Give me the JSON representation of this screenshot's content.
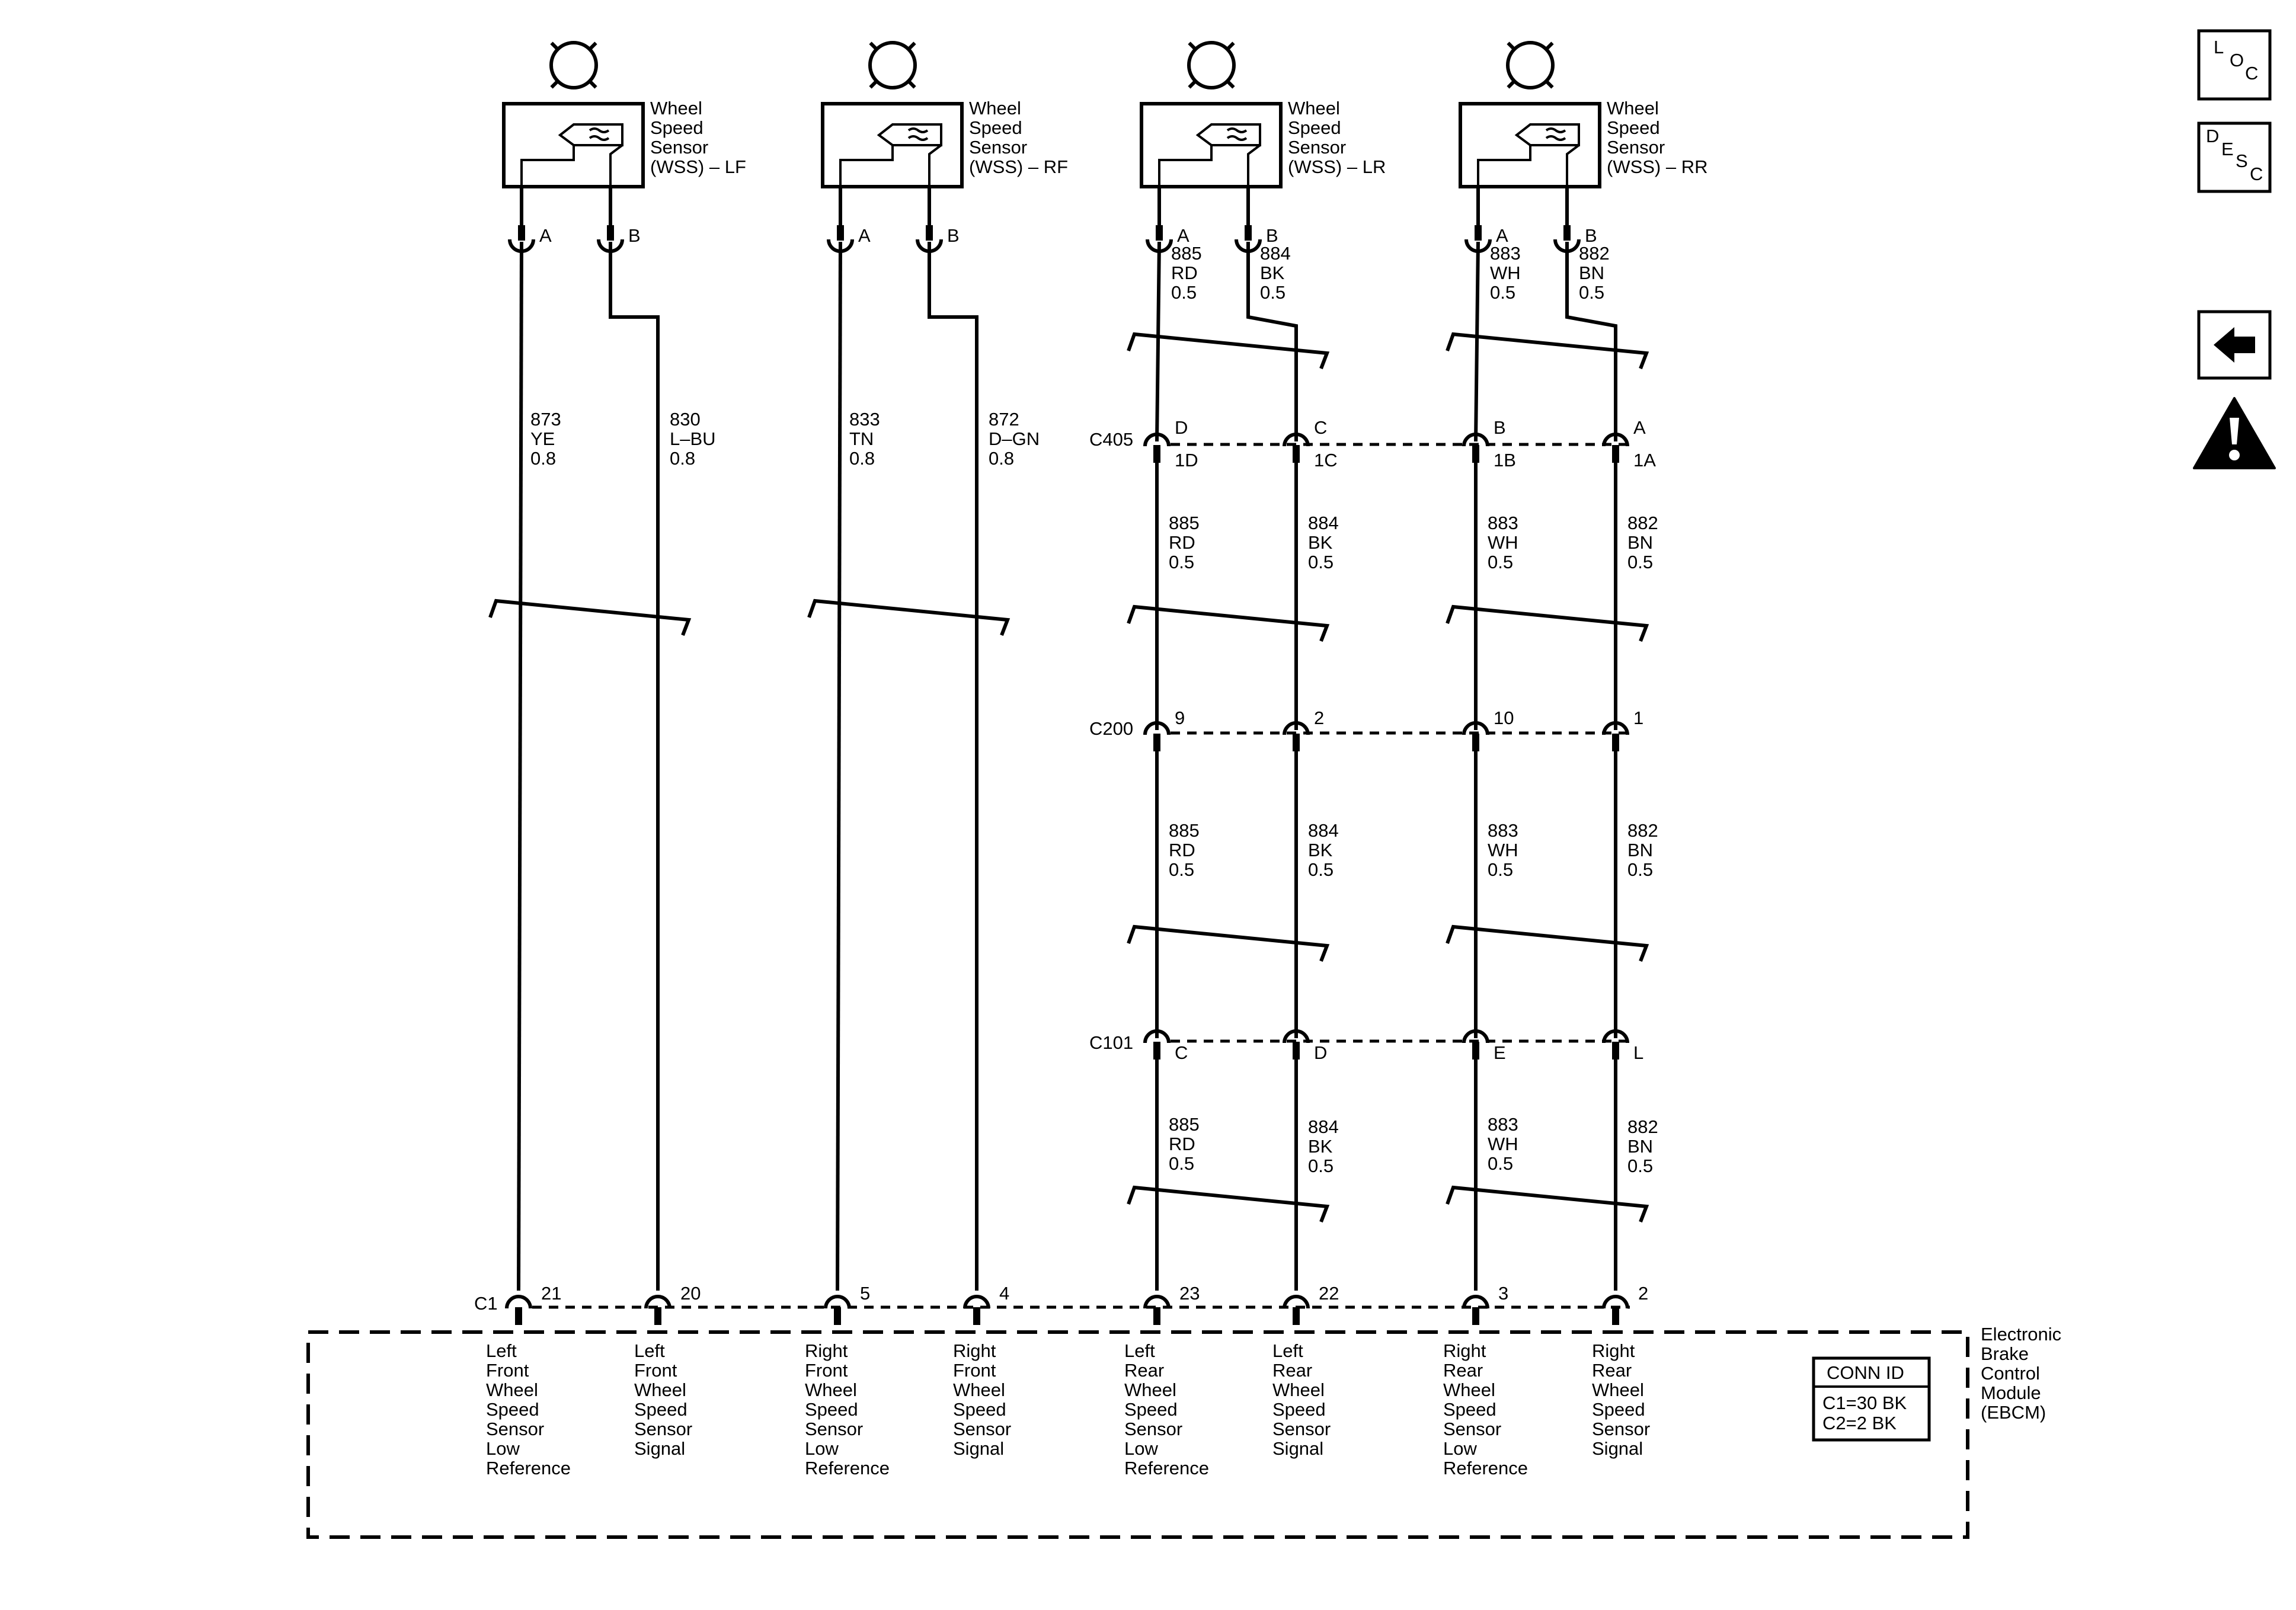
{
  "sensors": [
    {
      "id": "lf",
      "title": [
        "Wheel",
        "Speed",
        "Sensor",
        "(WSS) – LF"
      ],
      "pinA": "A",
      "pinB": "B",
      "wireA": [
        "873",
        "YE",
        "0.8"
      ],
      "wireB": [
        "830",
        "L–BU",
        "0.8"
      ],
      "ecmPinA": "21",
      "ecmPinB": "20",
      "funcA": [
        "Left",
        "Front",
        "Wheel",
        "Speed",
        "Sensor",
        "Low",
        "Reference"
      ],
      "funcB": [
        "Left",
        "Front",
        "Wheel",
        "Speed",
        "Sensor",
        "Signal"
      ]
    },
    {
      "id": "rf",
      "title": [
        "Wheel",
        "Speed",
        "Sensor",
        "(WSS) – RF"
      ],
      "pinA": "A",
      "pinB": "B",
      "wireA": [
        "833",
        "TN",
        "0.8"
      ],
      "wireB": [
        "872",
        "D–GN",
        "0.8"
      ],
      "ecmPinA": "5",
      "ecmPinB": "4",
      "funcA": [
        "Right",
        "Front",
        "Wheel",
        "Speed",
        "Sensor",
        "Low",
        "Reference"
      ],
      "funcB": [
        "Right",
        "Front",
        "Wheel",
        "Speed",
        "Sensor",
        "Signal"
      ]
    },
    {
      "id": "lr",
      "title": [
        "Wheel",
        "Speed",
        "Sensor",
        "(WSS) – LR"
      ],
      "pinA": "A",
      "pinB": "B",
      "wireA": [
        "885",
        "RD",
        "0.5"
      ],
      "wireB": [
        "884",
        "BK",
        "0.5"
      ],
      "c405A": [
        "D",
        "1D"
      ],
      "c405B": [
        "C",
        "1C"
      ],
      "c200A": "9",
      "c200B": "2",
      "c101A": "C",
      "c101B": "D",
      "ecmPinA": "23",
      "ecmPinB": "22",
      "funcA": [
        "Left",
        "Rear",
        "Wheel",
        "Speed",
        "Sensor",
        "Low",
        "Reference"
      ],
      "funcB": [
        "Left",
        "Rear",
        "Wheel",
        "Speed",
        "Sensor",
        "Signal"
      ]
    },
    {
      "id": "rr",
      "title": [
        "Wheel",
        "Speed",
        "Sensor",
        "(WSS) – RR"
      ],
      "pinA": "A",
      "pinB": "B",
      "wireA": [
        "883",
        "WH",
        "0.5"
      ],
      "wireB": [
        "882",
        "BN",
        "0.5"
      ],
      "c405A": [
        "B",
        "1B"
      ],
      "c405B": [
        "A",
        "1A"
      ],
      "c200A": "10",
      "c200B": "1",
      "c101A": "E",
      "c101B": "L",
      "ecmPinA": "3",
      "ecmPinB": "2",
      "funcA": [
        "Right",
        "Rear",
        "Wheel",
        "Speed",
        "Sensor",
        "Low",
        "Reference"
      ],
      "funcB": [
        "Right",
        "Rear",
        "Wheel",
        "Speed",
        "Sensor",
        "Signal"
      ]
    }
  ],
  "connectors": {
    "c405": "C405",
    "c200": "C200",
    "c101": "C101",
    "c1": "C1"
  },
  "module": {
    "name": [
      "Electronic",
      "Brake",
      "Control",
      "Module",
      "(EBCM)"
    ]
  },
  "conn_id": {
    "title": "CONN ID",
    "lines": [
      "C1=30 BK",
      "C2=2 BK"
    ]
  },
  "icons": {
    "loc": {
      "letters": [
        "L",
        "O",
        "C"
      ]
    },
    "desc": {
      "letters": [
        "D",
        "E",
        "S",
        "C"
      ]
    },
    "back": "left-arrow-icon",
    "warning": "warning-icon"
  }
}
